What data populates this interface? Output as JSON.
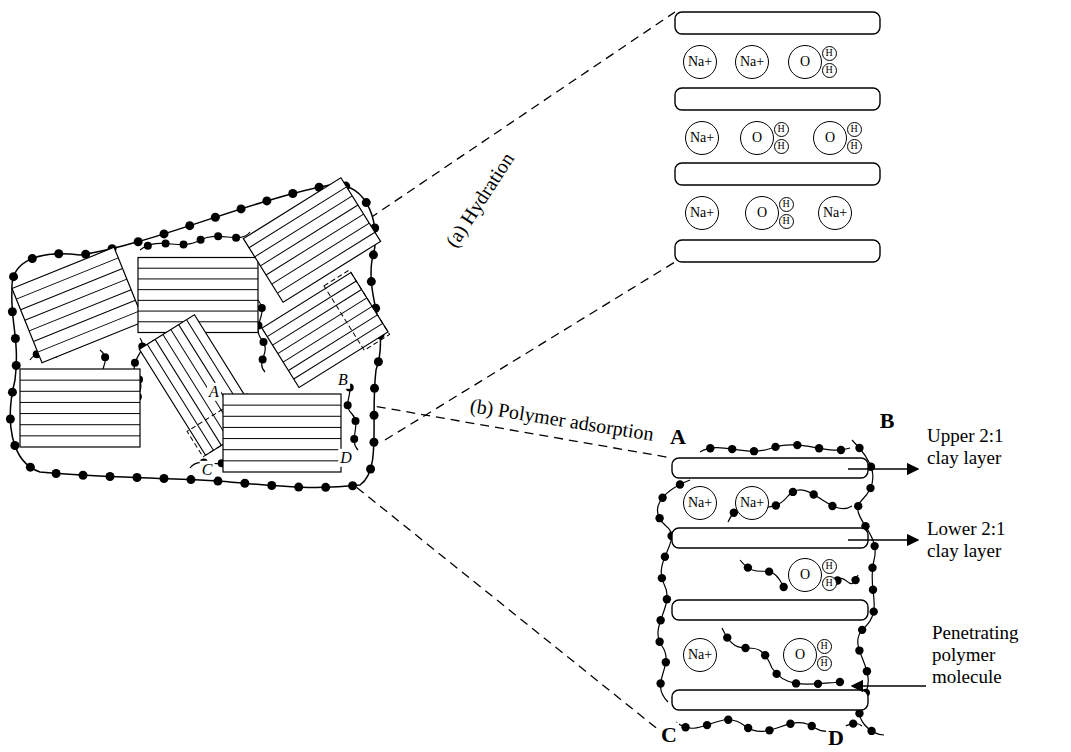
{
  "diagram": {
    "nodes": [
      {
        "text": [
          "Na+"
        ]
      },
      {
        "text": [
          "Na+"
        ]
      },
      {
        "text": [
          "O"
        ]
      },
      {
        "text": [
          "H"
        ]
      },
      {
        "text": [
          "H"
        ]
      },
      {
        "text": [
          "Na+"
        ]
      },
      {
        "text": [
          "O"
        ]
      },
      {
        "text": [
          "H"
        ]
      },
      {
        "text": [
          "H"
        ]
      },
      {
        "text": [
          "O"
        ]
      },
      {
        "text": [
          "H"
        ]
      },
      {
        "text": [
          "H"
        ]
      },
      {
        "text": [
          "Na+"
        ]
      },
      {
        "text": [
          "O"
        ]
      },
      {
        "text": [
          "H"
        ]
      },
      {
        "text": [
          "H"
        ]
      },
      {
        "text": [
          "Na+"
        ]
      },
      {
        "text": [
          "Na+"
        ]
      },
      {
        "text": [
          "Na+"
        ]
      },
      {
        "text": [
          "O"
        ]
      },
      {
        "text": [
          "H"
        ]
      },
      {
        "text": [
          "H"
        ]
      },
      {
        "text": [
          "Na+"
        ]
      },
      {
        "text": [
          "O"
        ]
      },
      {
        "text": [
          "H"
        ]
      },
      {
        "text": [
          "H"
        ]
      }
    ],
    "labels": [
      "(a) Hydration",
      "(b) Polymer adsorption",
      "A",
      "B",
      "C",
      "D",
      "A",
      "B",
      "C",
      "D",
      "Upper 2:1 clay layer",
      "Lower 2:1 clay layer",
      "Penetrating polymer molecule"
    ]
  }
}
